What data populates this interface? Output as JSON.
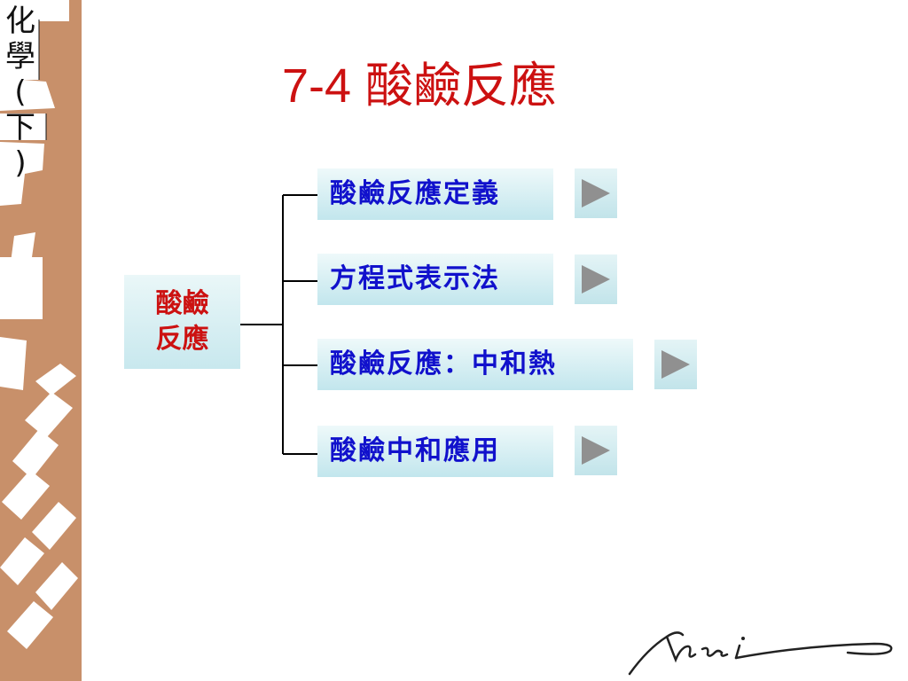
{
  "sidebar": {
    "title_chars": [
      "化",
      "學",
      "(",
      "下",
      ")"
    ]
  },
  "slide": {
    "title_number": "7-4",
    "title_text": "酸鹼反應"
  },
  "root_node": {
    "line1": "酸鹼",
    "line2": "反應"
  },
  "nodes": [
    {
      "label": "酸鹼反應定義"
    },
    {
      "label": "方程式表示法"
    },
    {
      "label": "酸鹼反應：中和熱"
    },
    {
      "label": "酸鹼中和應用"
    }
  ],
  "buttons": {
    "icon": "play-triangle-icon"
  },
  "colors": {
    "title": "#cc1111",
    "node_text": "#1111cc",
    "sidebar": "#c8906a",
    "node_bg": "#c2e6ed",
    "button_icon": "#909090"
  }
}
